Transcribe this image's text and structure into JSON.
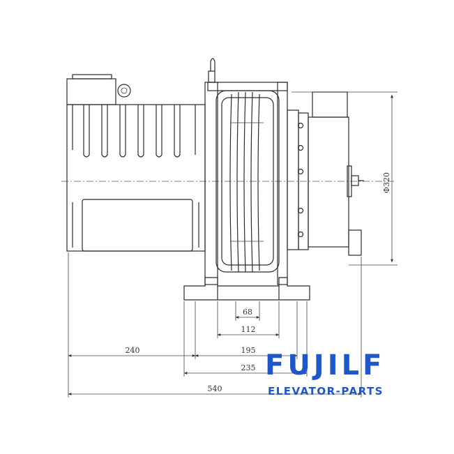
{
  "drawing": {
    "diameter_label": "Φ320",
    "dims": {
      "d68": "68",
      "d112": "112",
      "d195": "195",
      "d240": "240",
      "d235": "235",
      "d540": "540"
    }
  },
  "watermark": {
    "brand": "FUJILF",
    "tagline": "ELEVATOR-PARTS",
    "color": "#1f57c9"
  }
}
